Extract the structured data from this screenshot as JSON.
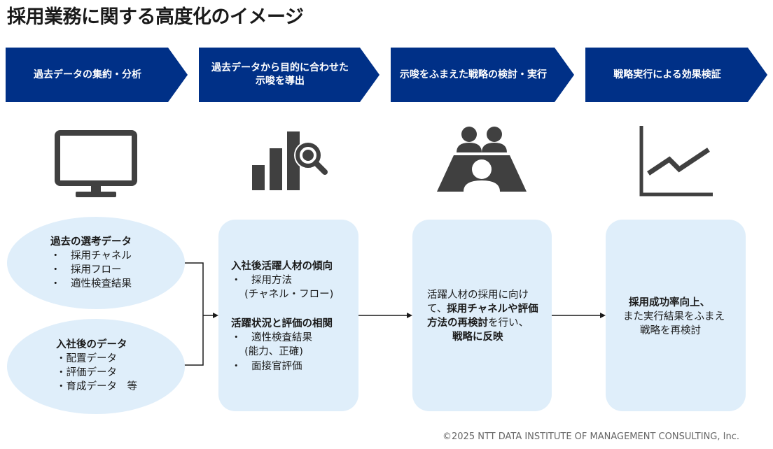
{
  "title": "採用業務に関する高度化のイメージ",
  "steps": [
    {
      "line1": "過去データの集約・分析",
      "line2": ""
    },
    {
      "line1": "過去データから目的に合わせた",
      "line2": "示唆を導出"
    },
    {
      "line1": "示唆をふまえた戦略の検討・実行",
      "line2": ""
    },
    {
      "line1": "戦略実行による効果検証",
      "line2": ""
    }
  ],
  "past_data": {
    "heading": "過去の選考データ",
    "items": [
      "・　採用チャネル",
      "・　採用フロー",
      "・　適性検査結果"
    ]
  },
  "post_data": {
    "heading": "入社後のデータ",
    "items": [
      "・配置データ",
      "・評価データ",
      "・育成データ　等"
    ]
  },
  "insights": {
    "heading1": "入社後活躍人材の傾向",
    "items1": [
      "・　採用方法",
      "　 (チャネル・フロー)"
    ],
    "heading2": "活躍状況と評価の相関",
    "items2": [
      "・　適性検査結果",
      "　 (能力、正確)",
      "・　面接官評価"
    ]
  },
  "strategy": {
    "line1": "活躍人材の採用に向け",
    "line2_a": "て、",
    "line2_b": "採用チャネルや評価",
    "line3_a": "方法の再検討",
    "line3_b": "を行い、",
    "line4": "戦略に反映"
  },
  "verify": {
    "line1": "採用成功率向上、",
    "line2": "また実行結果をふまえ",
    "line3": "戦略を再検討"
  },
  "footer": "©2025 NTT DATA INSTITUTE OF MANAGEMENT CONSULTING, Inc.",
  "colors": {
    "step_bg": "#003087",
    "box_bg": "#dfeefa",
    "icon": "#404040"
  },
  "icons": [
    "monitor-icon",
    "bar-chart-magnifier-icon",
    "meeting-icon",
    "line-chart-icon"
  ]
}
